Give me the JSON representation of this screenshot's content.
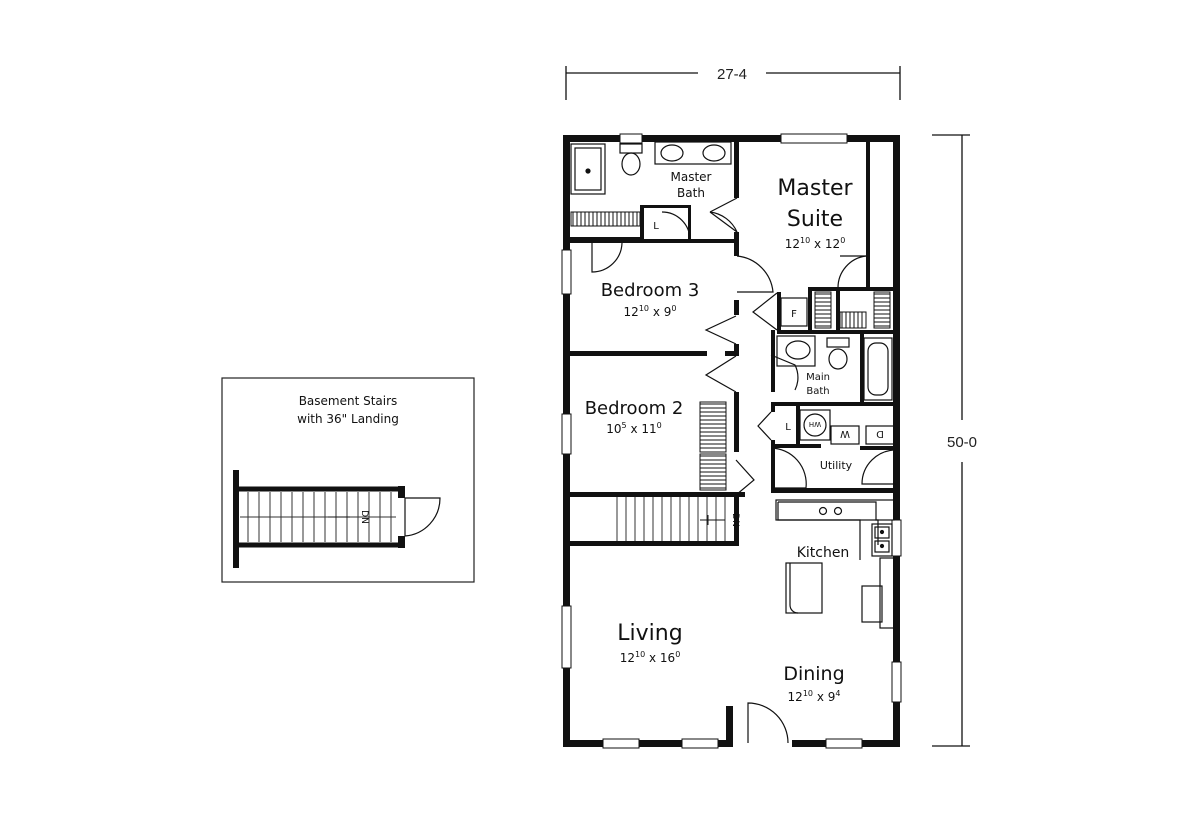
{
  "dimensions": {
    "width_label": "27-4",
    "depth_label": "50-0"
  },
  "inset": {
    "title_line1": "Basement Stairs",
    "title_line2": "with 36\" Landing",
    "stair_label": "DN"
  },
  "rooms": {
    "master_suite": {
      "name_line1": "Master",
      "name_line2": "Suite",
      "dim_a": "12",
      "dim_a_sup": "10",
      "dim_x": " x ",
      "dim_b": "12",
      "dim_b_sup": "0"
    },
    "master_bath": {
      "name_line1": "Master",
      "name_line2": "Bath"
    },
    "bedroom3": {
      "name": "Bedroom 3",
      "dim_a": "12",
      "dim_a_sup": "10",
      "dim_x": " x ",
      "dim_b": "9",
      "dim_b_sup": "0"
    },
    "bedroom2": {
      "name": "Bedroom 2",
      "dim_a": "10",
      "dim_a_sup": "5",
      "dim_x": " x ",
      "dim_b": "11",
      "dim_b_sup": "0"
    },
    "main_bath": {
      "name_line1": "Main",
      "name_line2": "Bath"
    },
    "utility": {
      "name": "Utility"
    },
    "kitchen": {
      "name": "Kitchen"
    },
    "living": {
      "name": "Living",
      "dim_a": "12",
      "dim_a_sup": "10",
      "dim_x": " x ",
      "dim_b": "16",
      "dim_b_sup": "0"
    },
    "dining": {
      "name": "Dining",
      "dim_a": "12",
      "dim_a_sup": "10",
      "dim_x": " x ",
      "dim_b": "9",
      "dim_b_sup": "4"
    }
  },
  "fixtures": {
    "linen1": "L",
    "linen2": "L",
    "furnace": "F",
    "water_heater": "WH",
    "washer": "W",
    "dryer": "D",
    "stair_label": "DN"
  }
}
